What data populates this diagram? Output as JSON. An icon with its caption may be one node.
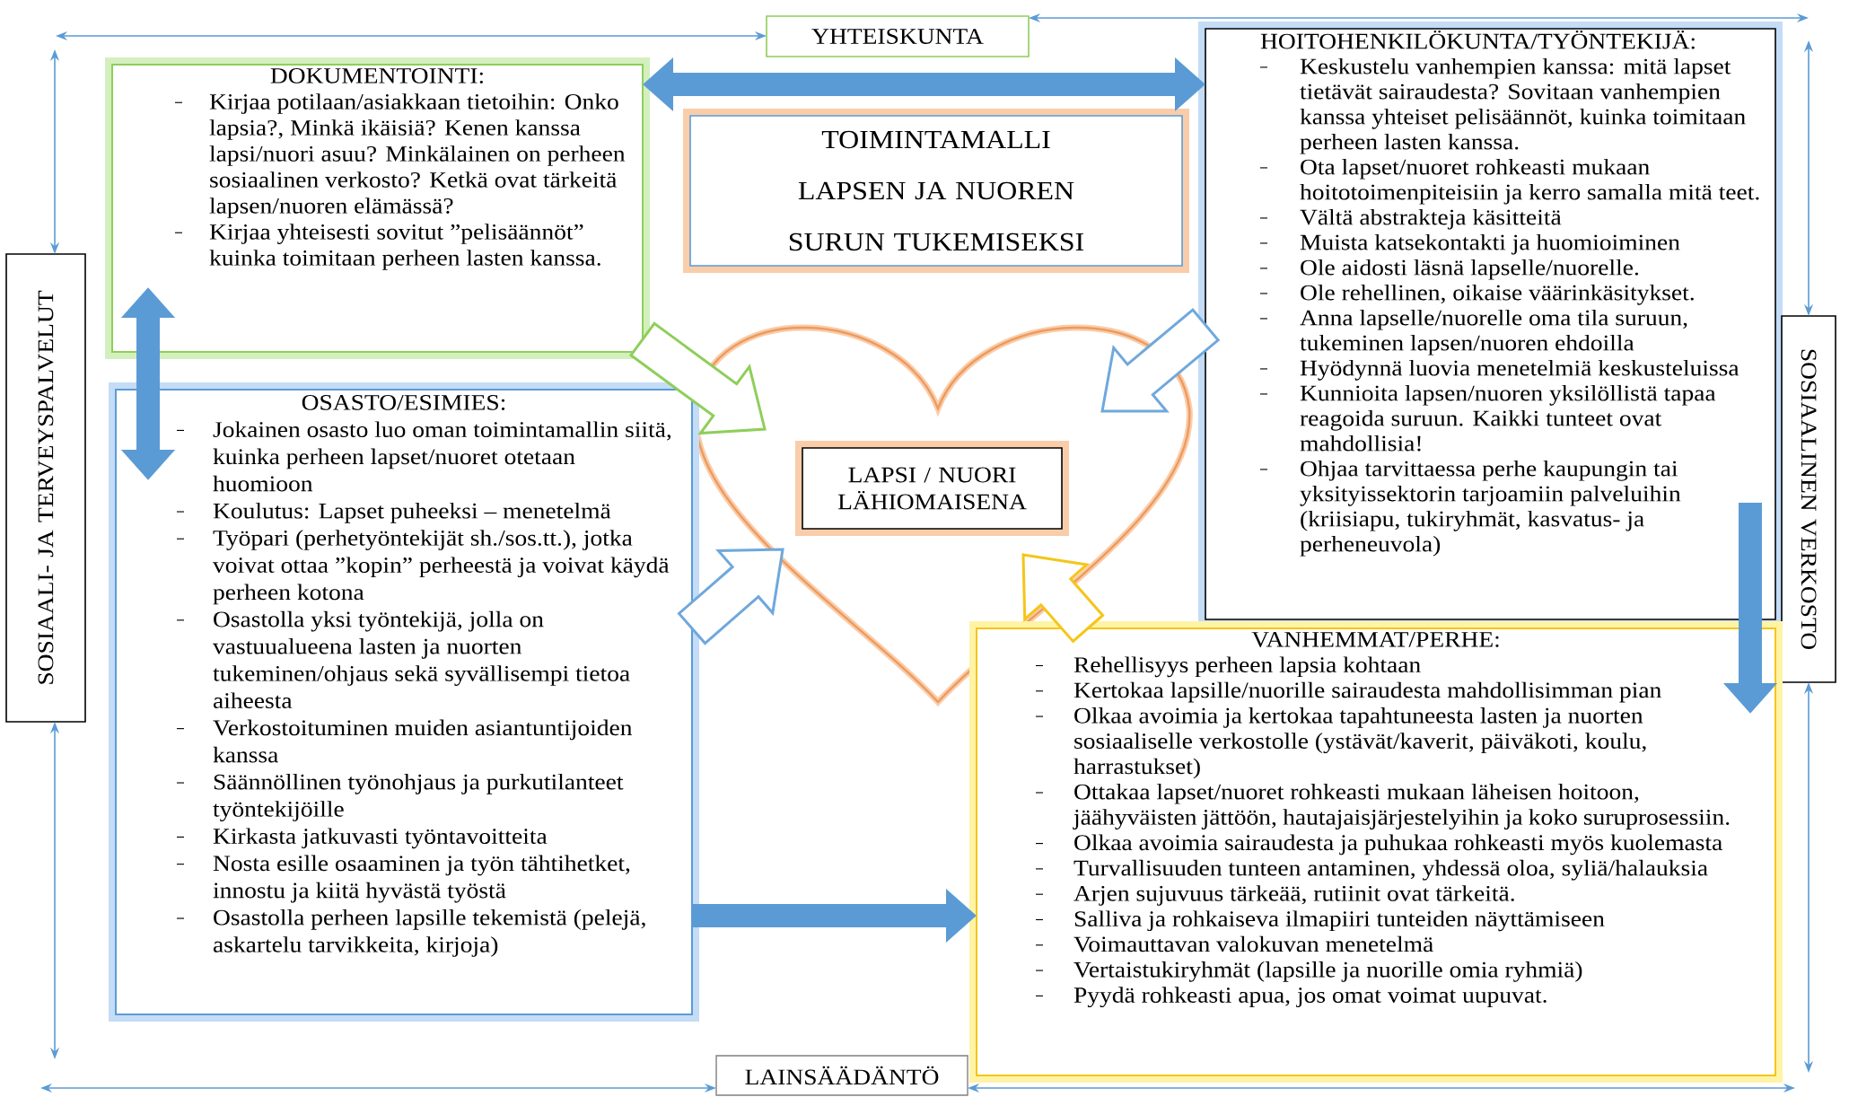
{
  "diagram": {
    "nodes": [
      {
        "text": [
          "YHTEISKUNTA"
        ]
      },
      {
        "text": [
          "DOKUMENTOINTI:",
          "Kirjaa potilaan/asiakkaan tietoihin: Onko lapsia?, Minkä ikäisiä? Kenen kanssa lapsi/nuori asuu? Minkälainen on perheen sosiaalinen verkosto? Ketkä ovat tärkeitä lapsen/nuoren elämässä?",
          "Kirjaa yhteisesti sovitut ”pelisäännöt” kuinka toimitaan perheen lasten kanssa."
        ]
      },
      {
        "text": [
          "TOIMINTAMALLI LAPSEN JA NUOREN SURUN TUKEMISEKSI"
        ]
      },
      {
        "text": [
          "HOITOHENKILÖKUNTA/TYÖNTEKIJÄ:",
          "Keskustelu vanhempien kanssa: mitä lapset tietävät sairaudesta? Sovitaan vanhempien kanssa yhteiset pelisäännöt, kuinka toimitaan perheen lasten kanssa.",
          "Ota lapset/nuoret rohkeasti mukaan hoitotoimenpiteisiin ja kerro samalla mitä teet.",
          "Vältä abstrakteja käsitteitä",
          "Muista katsekontakti ja huomioiminen",
          "Ole aidosti läsnä lapselle/nuorelle.",
          "Ole rehellinen, oikaise väärinkäsitykset.",
          "Anna lapselle/nuorelle oma tila suruun, tukeminen lapsen/nuoren ehdoilla",
          "Hyödynnä luovia menetelmiä keskusteluissa",
          "Kunnioita lapsen/nuoren yksilöllistä tapaa reagoida suruun. Kaikki tunteet ovat mahdollisia!",
          "Ohjaa tarvittaessa perhe kaupungin tai yksityissektorin tarjoamiin palveluihin (kriisiapu, tukiryhmät, kasvatus- ja perheneuvola)"
        ]
      },
      {
        "text": [
          "SOSIAALI- JA TERVEYSPALVELUT"
        ]
      },
      {
        "text": [],
        "shape": "heart"
      },
      {
        "text": [
          "LAPSI / NUORI LÄHIOMAISENA"
        ],
        "in": 5
      },
      {
        "text": [
          "OSASTO/ESIMIES:",
          "Jokainen osasto luo oman toimintamallin siitä, kuinka perheen lapset/nuoret otetaan huomioon",
          "Koulutus: Lapset puheeksi – menetelmä",
          "Työpari (perhetyöntekijät sh./sos.tt.), jotka voivat ottaa ”kopin” perheestä ja voivat käydä perheen kotona",
          "Osastolla yksi työntekijä, jolla on vastuualueena lasten ja nuorten tukeminen/ohjaus sekä syvällisempi tietoa aiheesta",
          "Verkostoituminen muiden asiantuntijoiden kanssa",
          "Säännöllinen työnohjaus ja purkutilanteet työntekijöille",
          "Kirkasta jatkuvasti työntavoitteita",
          "Nosta esille osaaminen ja työn tähtihetket, innostu ja kiitä hyvästä työstä",
          "Osastolla perheen lapsille tekemistä (pelejä, askartelu tarvikkeita, kirjoja)"
        ]
      },
      {
        "text": [
          "SOSIAALINEN VERKOSTO"
        ]
      },
      {
        "text": [
          "VANHEMMAT/PERHE:",
          "Rehellisyys perheen lapsia kohtaan",
          "Kertokaa lapsille/nuorille sairaudesta mahdollisimman pian",
          "Olkaa avoimia ja kertokaa tapahtuneesta lasten ja nuorten sosiaaliselle verkostolle (ystävät/kaverit, päiväkoti, koulu, harrastukset)",
          "Ottakaa lapset/nuoret rohkeasti mukaan läheisen hoitoon, jäähyväisten jättöön, hautajaisjärjestelyihin ja koko suruprosessiin.",
          "Olkaa avoimia sairaudesta ja puhukaa rohkeasti myös kuolemasta",
          "Turvallisuuden tunteen antaminen, yhdessä oloa, syliä/halauksia",
          "Arjen sujuvuus tärkeää, rutiinit ovat tärkeitä.",
          "Salliva ja rohkaiseva ilmapiiri tunteiden näyttämiseen",
          "Voimauttavan valokuvan menetelmä",
          "Vertaistukiryhmät (lapsille ja nuorille omia ryhmiä)",
          "Pyydä rohkeasti apua, jos omat voimat uupuvat."
        ]
      },
      {
        "text": [
          "LAINSÄÄDÄNTÖ"
        ]
      }
    ],
    "edges": [
      {
        "from": 1,
        "to": 3,
        "arrow": "both",
        "style": "thick"
      },
      {
        "from": 1,
        "to": 7,
        "arrow": "both",
        "style": "thick"
      },
      {
        "from": 3,
        "to": 9,
        "arrow": "to",
        "style": "thick"
      },
      {
        "from": 7,
        "to": 9,
        "arrow": "to",
        "style": "thick"
      },
      {
        "from": 1,
        "to": 5,
        "arrow": "to",
        "style": "thick",
        "color": "#8fce5a"
      },
      {
        "from": 3,
        "to": 5,
        "arrow": "to",
        "style": "thick",
        "color": "#6fa8dc"
      },
      {
        "from": 7,
        "to": 5,
        "arrow": "to",
        "style": "thick",
        "color": "#6fa8dc"
      },
      {
        "from": 9,
        "to": 5,
        "arrow": "to",
        "style": "thick",
        "color": "#f5c518"
      },
      {
        "from": null,
        "to": 0,
        "arrow": "both"
      },
      {
        "from": 0,
        "to": null,
        "arrow": "both"
      },
      {
        "from": null,
        "to": 4,
        "arrow": "both"
      },
      {
        "from": 4,
        "to": null,
        "arrow": "both"
      },
      {
        "from": null,
        "to": 10,
        "arrow": "both"
      },
      {
        "from": 10,
        "to": null,
        "arrow": "both"
      },
      {
        "from": null,
        "to": 8,
        "arrow": "both"
      },
      {
        "from": 8,
        "to": null,
        "arrow": "both"
      }
    ]
  }
}
